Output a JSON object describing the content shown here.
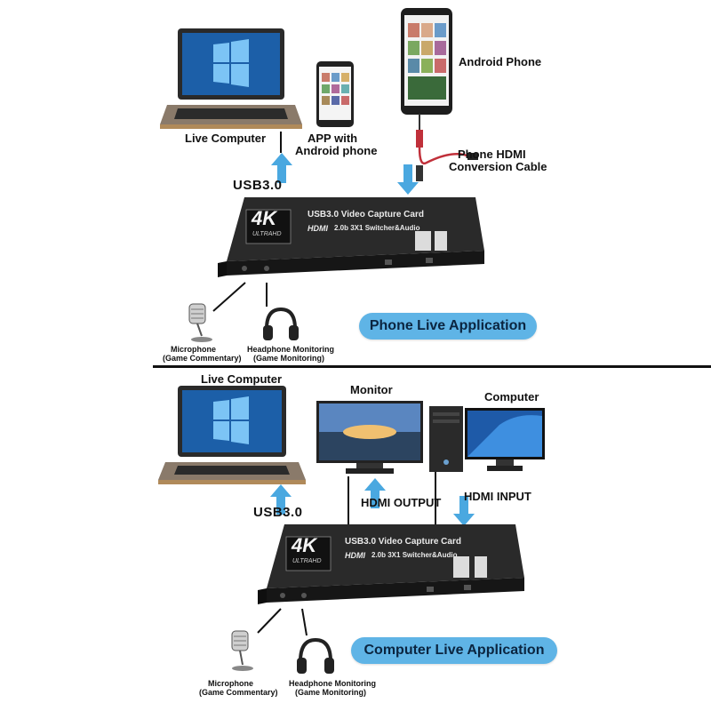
{
  "top": {
    "live_computer_label": "Live Computer",
    "app_label_line1": "APP with",
    "app_label_line2": "Android phone",
    "android_phone_label": "Android Phone",
    "cable_label_line1": "Phone HDMI",
    "cable_label_line2": "Conversion Cable",
    "usb_label": "USB3.0",
    "microphone_label": "Microphone",
    "microphone_sub": "(Game Commentary)",
    "headphone_label": "Headphone Monitoring",
    "headphone_sub": "(Game Monitoring)",
    "badge_label": "Phone Live Application"
  },
  "bottom": {
    "live_computer_label": "Live Computer",
    "monitor_label": "Monitor",
    "computer_label": "Computer",
    "hdmi_output_label": "HDMI OUTPUT",
    "hdmi_input_label": "HDMI INPUT",
    "usb_label": "USB3.0",
    "microphone_label": "Microphone",
    "microphone_sub": "(Game Commentary)",
    "headphone_label": "Headphone Monitoring",
    "headphone_sub": "(Game Monitoring)",
    "badge_label": "Computer Live Application"
  },
  "device": {
    "logo_4k": "4K",
    "logo_ultrahd": "ULTRAHD",
    "title": "USB3.0 Video Capture Card",
    "subtitle": "2.0b 3X1 Switcher&Audio",
    "hdmi_word": "HDMI"
  },
  "colors": {
    "arrow": "#4aa8e0",
    "badge": "#5fb4e6",
    "device_body": "#1f1f1f"
  }
}
